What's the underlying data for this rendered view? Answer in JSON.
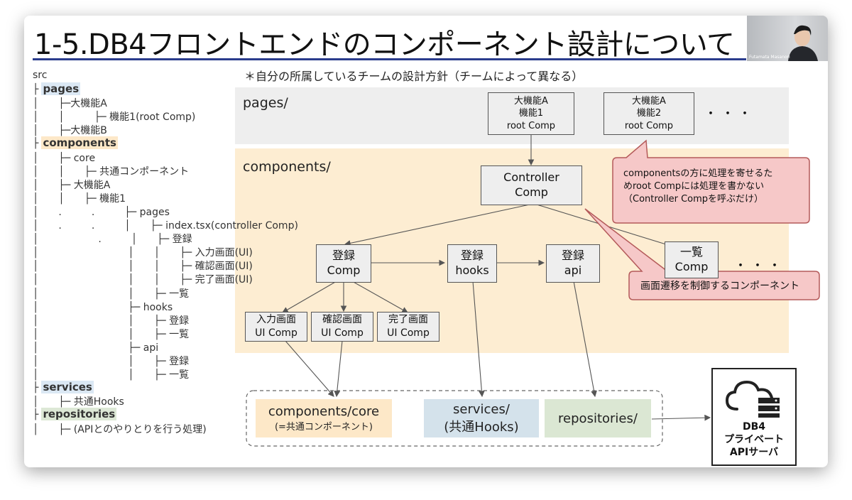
{
  "slide": {
    "title": "1-5.DB4フロントエンドのコンポーネント設計について",
    "camera_caption": "Futamata Masanori",
    "note": "＊自分の所属しているチームの設計方針（チームによって異なる）"
  },
  "tree": {
    "root": "src",
    "items": [
      {
        "text": "├",
        "label": "pages",
        "style": "bold"
      },
      {
        "text": "│　　├─大機能A"
      },
      {
        "text": "│　　│　　　├─ 機能1(root Comp)"
      },
      {
        "text": "│　　├─大機能B"
      },
      {
        "text": "├",
        "label": "components",
        "style": "bold-orange"
      },
      {
        "text": "│　　├─ core"
      },
      {
        "text": "│　　│　　├─ 共通コンポーネント"
      },
      {
        "text": "│　　├─ 大機能A"
      },
      {
        "text": "│　　│　　├─ 機能1"
      },
      {
        "text": "│　　.　　　.　　　├─ pages"
      },
      {
        "text": "│　　.　　　.　　　│　　├─ index.tsx(controller Comp)"
      },
      {
        "text": "│　　　　　　.　　　│　　├─ 登録"
      },
      {
        "text": "│　　　　　　　　　│　　│　　├─ 入力画面(UI)"
      },
      {
        "text": "│　　　　　　　　　│　　│　　├─ 確認画面(UI)"
      },
      {
        "text": "│　　　　　　　　　│　　│　　├─ 完了画面(UI)"
      },
      {
        "text": "│　　　　　　　　　│　　├─ 一覧"
      },
      {
        "text": "│　　　　　　　　　├─ hooks"
      },
      {
        "text": "│　　　　　　　　　│　　├─ 登録"
      },
      {
        "text": "│　　　　　　　　　│　　├─ 一覧"
      },
      {
        "text": "│　　　　　　　　　├─ api"
      },
      {
        "text": "│　　　　　　　　　│　　├─ 登録"
      },
      {
        "text": "│　　　　　　　　　│　　├─ 一覧"
      },
      {
        "text": "├",
        "label": "services",
        "style": "bold-blue"
      },
      {
        "text": "│　　├─ 共通Hooks"
      },
      {
        "text": "├",
        "label": "repositories",
        "style": "bold-green"
      },
      {
        "text": "│　　├─ (APIとのやりとりを行う処理)"
      }
    ]
  },
  "diagram": {
    "pages_label": "pages/",
    "components_label": "components/",
    "page_node_1": [
      "大機能A",
      "機能1",
      "root Comp"
    ],
    "page_node_2": [
      "大機能A",
      "機能2",
      "root Comp"
    ],
    "ellipsis": "・・・",
    "controller": [
      "Controller",
      "Comp"
    ],
    "register_comp": [
      "登録",
      "Comp"
    ],
    "register_hooks": [
      "登録",
      "hooks"
    ],
    "register_api": [
      "登録",
      "api"
    ],
    "list_node": [
      "一覧",
      "Comp"
    ],
    "ui_input": [
      "入力画面",
      "UI Comp"
    ],
    "ui_confirm": [
      "確認画面",
      "UI Comp"
    ],
    "ui_complete": [
      "完了画面",
      "UI Comp"
    ],
    "core_box": [
      "components/core",
      "(=共通コンポーネント)"
    ],
    "services_box": [
      "services/",
      "(共通Hooks)"
    ],
    "repositories_box": "repositories/",
    "api_server": [
      "DB4",
      "プライベート",
      "APIサーバ"
    ],
    "callout_1": [
      "componentsの方に処理を寄せるた",
      "めroot Compには処理を書かない",
      "（Controller Compを呼ぶだけ）"
    ],
    "callout_2": "画面遷移を制御するコンポーネント"
  },
  "colors": {
    "title_rule": "#2a3c8c",
    "pages_band": "#eeeeee",
    "components_band": "#fdedd2",
    "callout_fill": "#f6c8c8",
    "callout_border": "#b45a5a",
    "core_fill": "#fde8c8",
    "services_fill": "#d4e2eb",
    "repositories_fill": "#dbe7d3"
  }
}
